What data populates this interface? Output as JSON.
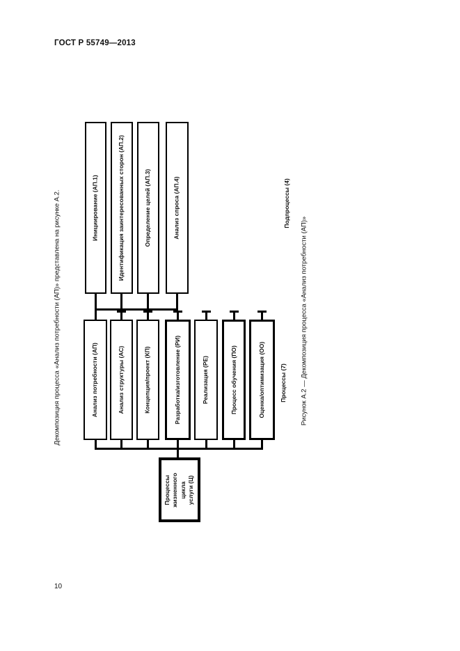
{
  "page": {
    "header": "ГОСТ Р 55749—2013",
    "page_number": "10",
    "side_note": "Декомпозиция процесса «Анализ потребности (АП)» представлена на рисунке А.2.",
    "caption": "Рисунок А.2 — Декомпозиция процесса «Анализ потребности (АП)»"
  },
  "diagram": {
    "root_process": {
      "label": "Процессы жизненного цикла услуги (Ц)"
    },
    "processes_group_label": "Процессы (7)",
    "subprocesses_group_label": "Подпроцессы (4)",
    "processes": [
      {
        "label": "Анализ потребности (АП)"
      },
      {
        "label": "Анализ структуры (АС)"
      },
      {
        "label": "Концепция/проект (КП)"
      },
      {
        "label": "Разработка/изготовление (РИ)"
      },
      {
        "label": "Реализация (РЕ)"
      },
      {
        "label": "Процесс обучения (ПО)"
      },
      {
        "label": "Оценка/оптимизация (ОО)"
      }
    ],
    "subprocesses": [
      {
        "label": "Инициирование (АП.1)"
      },
      {
        "label": "Идентификация заинтересованных сторон (АП.2)"
      },
      {
        "label": "Определение целей (АП.3)"
      },
      {
        "label": "Анализ спроса (АП.4)"
      }
    ]
  },
  "colors": {
    "background": "#ffffff",
    "line": "#000000",
    "text": "#111111"
  }
}
